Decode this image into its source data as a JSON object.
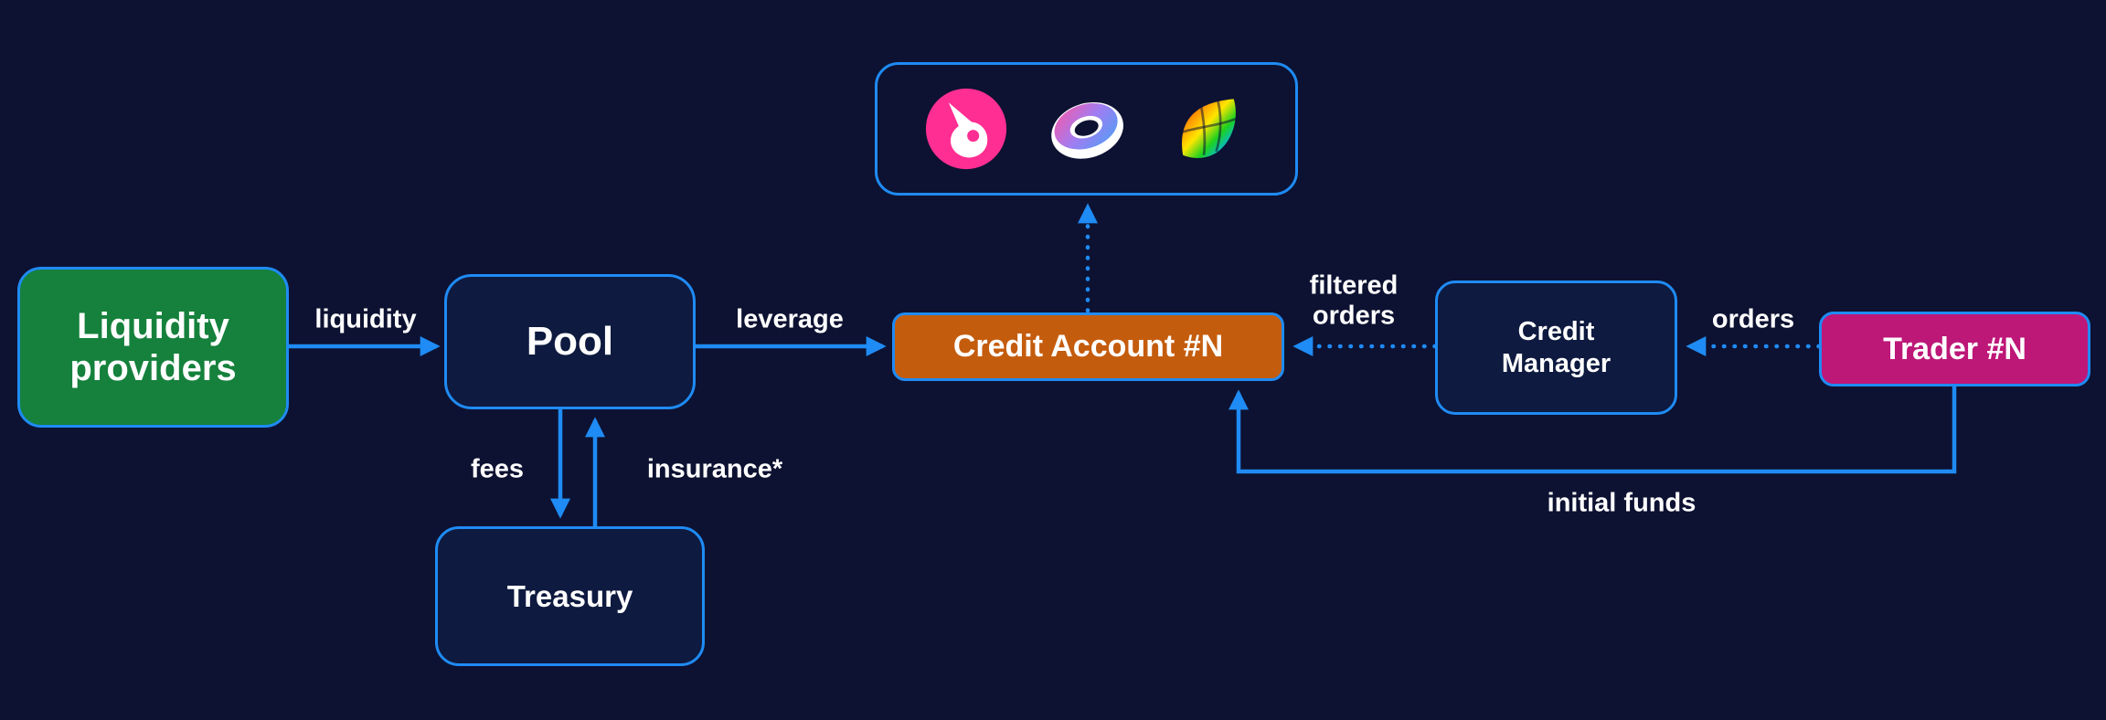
{
  "diagram": {
    "title": "Credit account protocol flow diagram",
    "nodes": {
      "liquidity_providers": {
        "label": "Liquidity providers",
        "fill": "#15813c"
      },
      "pool": {
        "label": "Pool",
        "fill": "#0e1a3f"
      },
      "treasury": {
        "label": "Treasury",
        "fill": "#0e1a3f"
      },
      "credit_account": {
        "label": "Credit Account #N",
        "fill": "#c45c0e"
      },
      "credit_manager": {
        "label": "Credit Manager",
        "fill": "#0e1a3f"
      },
      "trader": {
        "label": "Trader #N",
        "fill": "#bd1778"
      },
      "protocols": {
        "icons": [
          "uniswap-icon",
          "sushiswap-icon",
          "curve-icon"
        ]
      }
    },
    "edges": {
      "liquidity": "liquidity",
      "leverage": "leverage",
      "fees": "fees",
      "insurance": "insurance*",
      "filtered_orders": "filtered orders",
      "orders": "orders",
      "initial_funds": "initial funds"
    },
    "colors": {
      "background": "#0d1232",
      "line_blue": "#1f8bf4",
      "text": "#ffffff",
      "green": "#15813c",
      "orange": "#c45c0e",
      "magenta": "#bd1778",
      "node_fill": "#0e1a3f"
    }
  }
}
